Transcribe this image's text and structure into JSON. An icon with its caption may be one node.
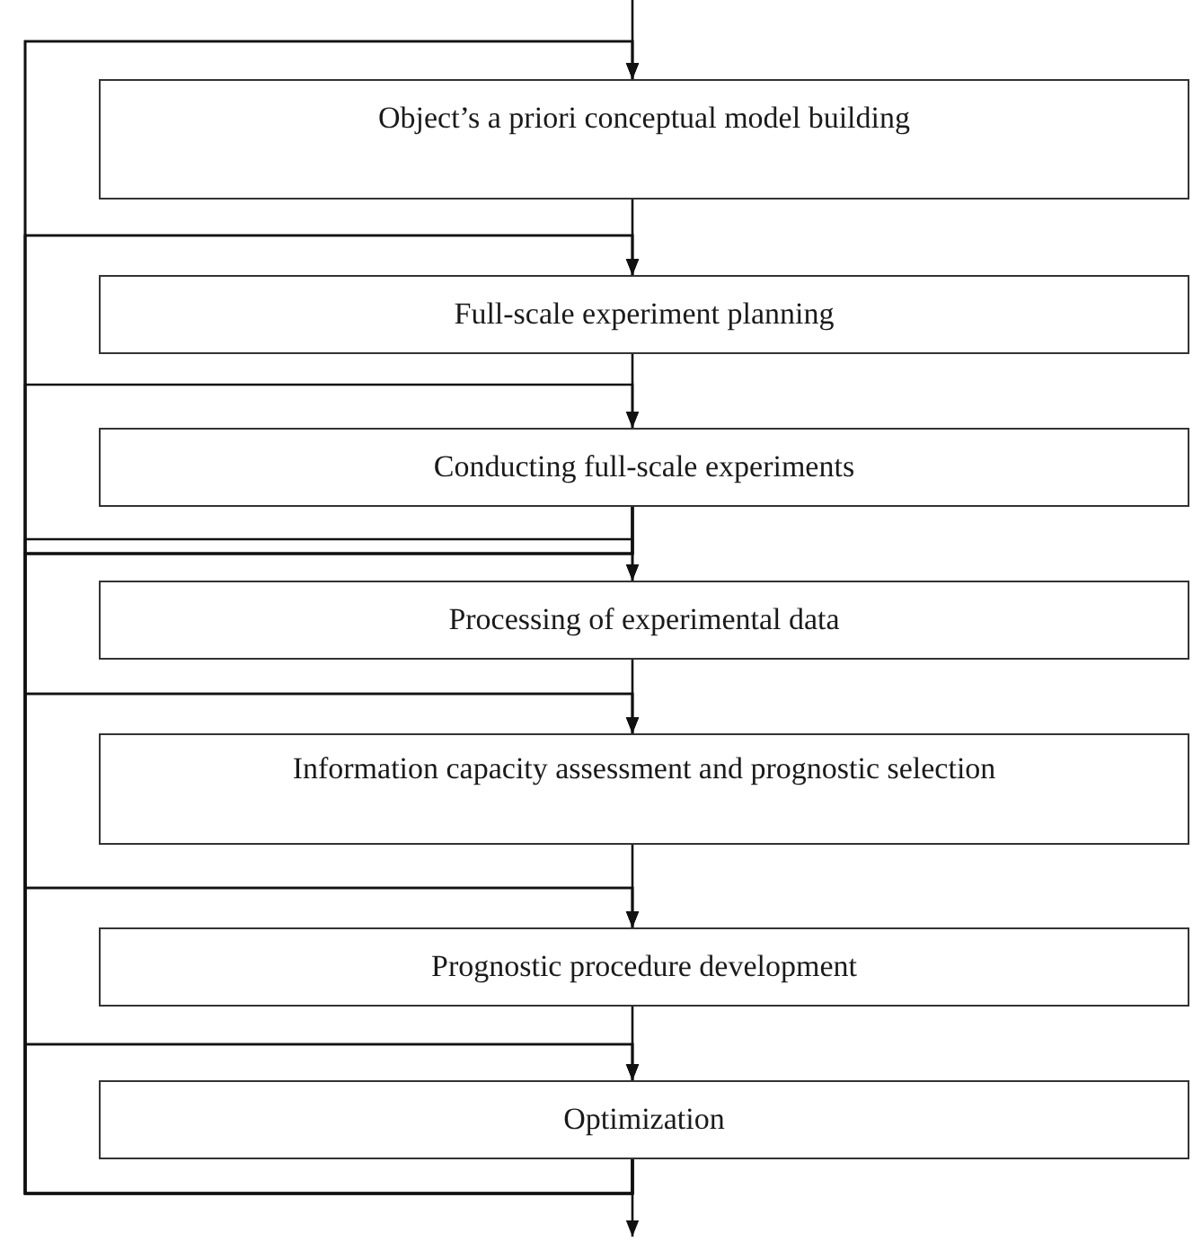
{
  "diagram": {
    "nodes": [
      {
        "text": [
          "Object’s a priori conceptual model building"
        ]
      },
      {
        "text": [
          "Full-scale experiment planning"
        ]
      },
      {
        "text": [
          "Conducting full-scale experiments"
        ]
      },
      {
        "text": [
          "Processing of experimental data"
        ]
      },
      {
        "text": [
          "Information capacity assessment and prognostic selection"
        ]
      },
      {
        "text": [
          "Prognostic procedure development"
        ]
      },
      {
        "text": [
          "Optimization"
        ]
      }
    ],
    "edges": [
      {
        "from": null,
        "to": 0,
        "arrow": "to"
      },
      {
        "from": 0,
        "to": 1,
        "arrow": "to"
      },
      {
        "from": 1,
        "to": 2,
        "arrow": "to"
      },
      {
        "from": 2,
        "to": 3,
        "arrow": "to"
      },
      {
        "from": 3,
        "to": 4,
        "arrow": "to"
      },
      {
        "from": 4,
        "to": 5,
        "arrow": "to"
      },
      {
        "from": 5,
        "to": 6,
        "arrow": "to"
      },
      {
        "from": 6,
        "to": null,
        "arrow": "to"
      },
      {
        "from": 6,
        "to": 0,
        "arrow": "to"
      },
      {
        "from": 6,
        "to": 1,
        "arrow": "to"
      },
      {
        "from": 6,
        "to": 2,
        "arrow": "to"
      },
      {
        "from": 6,
        "to": 3,
        "arrow": "to"
      },
      {
        "from": 6,
        "to": 4,
        "arrow": "to"
      },
      {
        "from": 6,
        "to": 5,
        "arrow": "to"
      },
      {
        "from": 6,
        "to": 6,
        "arrow": "to"
      },
      {
        "from": 2,
        "to": 0,
        "arrow": "to"
      },
      {
        "from": 2,
        "to": 1,
        "arrow": "to"
      },
      {
        "from": 2,
        "to": 4,
        "arrow": "to"
      },
      {
        "from": 2,
        "to": 5,
        "arrow": "to"
      },
      {
        "from": 2,
        "to": 6,
        "arrow": "to"
      }
    ]
  }
}
